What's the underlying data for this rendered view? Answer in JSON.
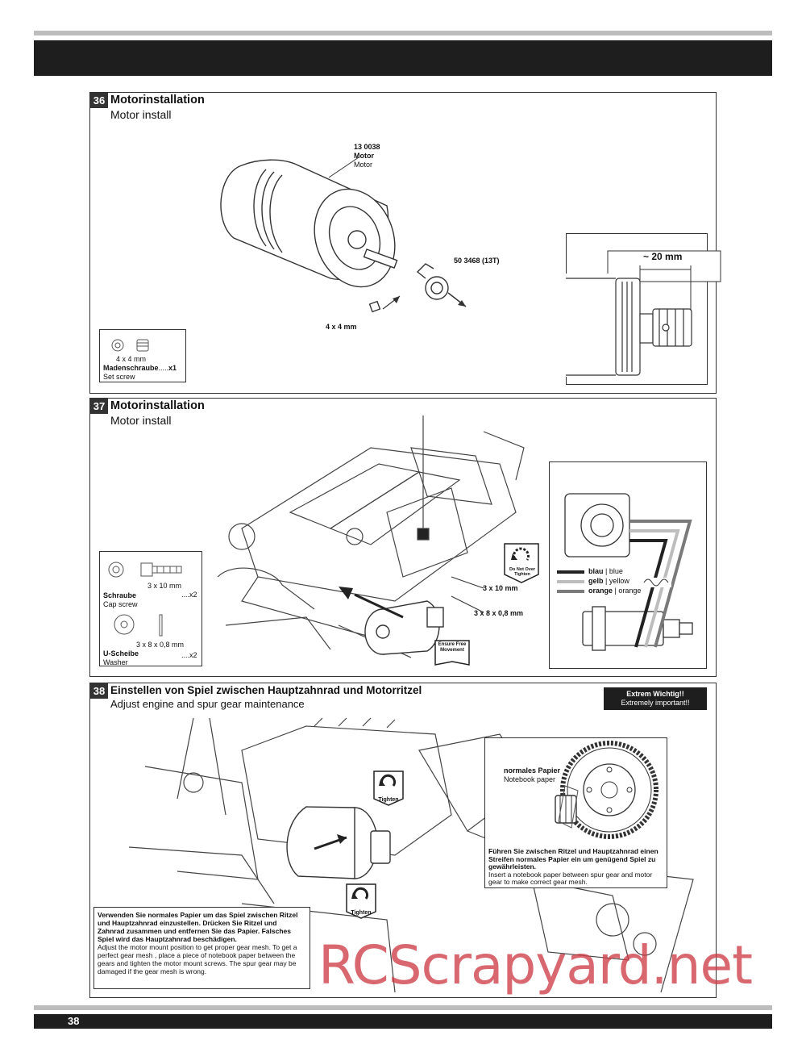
{
  "page_number": "38",
  "watermark": "RCScrapyard.net",
  "steps": [
    {
      "number": "36",
      "title_de": "Motorinstallation",
      "title_en": "Motor install",
      "motor_part_no": "13 0038",
      "motor_label_de": "Motor",
      "motor_label_en": "Motor",
      "pinion_label": "50 3468 (13T)",
      "screw_size": "4 x 4 mm",
      "parts_box": {
        "size": "4 x 4 mm",
        "name_de": "Madenschraube",
        "qty": "x1",
        "name_en": "Set screw"
      },
      "detail_dimension": "~ 20 mm"
    },
    {
      "number": "37",
      "title_de": "Motorinstallation",
      "title_en": "Motor install",
      "screw_a": "3 x 10 mm",
      "screw_b": "3 x 8 x 0,8 mm",
      "do_not_over_tighten": "Do Not Over Tighten",
      "ensure_free_movement": "Ensure Free Movement",
      "parts_box": {
        "item1_size": "3 x 10 mm",
        "item1_qty": "x2",
        "item1_de": "Schraube",
        "item1_en": "Cap screw",
        "item2_size": "3 x 8 x 0,8 mm",
        "item2_qty": "x2",
        "item2_de": "U-Scheibe",
        "item2_en": "Washer"
      },
      "wires": [
        {
          "de": "blau",
          "en": "blue",
          "color": "#222222"
        },
        {
          "de": "gelb",
          "en": "yellow",
          "color": "#bdbdbd"
        },
        {
          "de": "orange",
          "en": "orange",
          "color": "#7a7a7a"
        }
      ]
    },
    {
      "number": "38",
      "title_de": "Einstellen von Spiel zwischen Hauptzahnrad und Motorritzel",
      "title_en": "Adjust engine and spur gear maintenance",
      "important_de": "Extrem Wichtig!!",
      "important_en": "Extremely important!!",
      "tighten_1": "Tighten",
      "tighten_2": "Tighten",
      "paper_de": "normales Papier",
      "paper_en": "Notebook paper",
      "insert_de": "Führen Sie zwischen Ritzel und Hauptzahnrad einen Streifen normales Papier ein um genügend Spiel zu gewährleisten.",
      "insert_en": "Insert a notebook paper between spur gear and motor gear to make correct gear mesh.",
      "note_de": "Verwenden Sie normales Papier um das Spiel zwischen Ritzel und Hauptzahnrad einzustellen. Drücken Sie Ritzel und Zahnrad zusammen und entfernen Sie das Papier. Falsches Spiel wird das Hauptzahnrad beschädigen.",
      "note_en": "Adjust the motor mount position to get proper gear mesh. To get a perfect gear mesh , place a piece of notebook paper between the gears and tighten the motor mount screws. The spur gear may be damaged if the gear mesh is wrong."
    }
  ]
}
